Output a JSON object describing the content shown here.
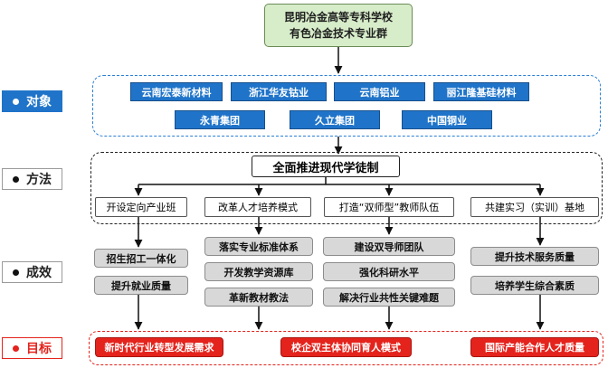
{
  "header": {
    "line1": "昆明冶金高等专科学校",
    "line2": "有色冶金技术专业群"
  },
  "labels": {
    "target": "对象",
    "method": "方法",
    "result": "成效",
    "goal": "目标"
  },
  "companies": [
    "云南宏泰新材料",
    "浙江华友钴业",
    "云南铝业",
    "丽江隆基硅材料",
    "永青集团",
    "久立集团",
    "中国铜业"
  ],
  "method_main": "全面推进现代学徒制",
  "methods": [
    "开设定向产业班",
    "改革人才培养模式",
    "打造“双师型”教师队伍",
    "共建实习（实训）基地"
  ],
  "results": {
    "col1": [
      "招生招工一体化",
      "提升就业质量"
    ],
    "col2": [
      "落实专业标准体系",
      "开发教学资源库",
      "革新教材教法"
    ],
    "col3": [
      "建设双导师团队",
      "强化科研水平",
      "解决行业共性关键难题"
    ],
    "col4": [
      "提升技术服务质量",
      "培养学生综合素质"
    ]
  },
  "goals": [
    "新时代行业转型发展需求",
    "校企双主体协同育人模式",
    "国际产能合作人才质量"
  ],
  "colors": {
    "blue": "#1f74c9",
    "red": "#e4231c",
    "green_fill": "#d7ecc9",
    "gray_fill": "#d8d8d8"
  }
}
